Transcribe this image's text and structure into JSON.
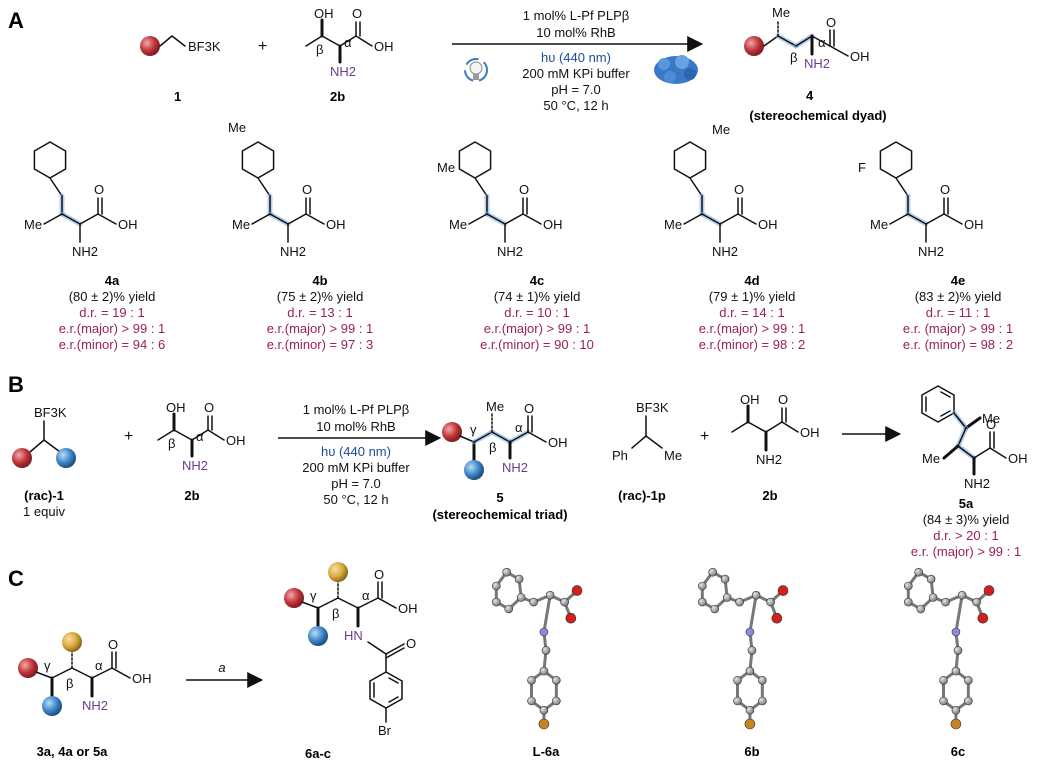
{
  "panels": [
    "A",
    "B",
    "C"
  ],
  "panelA": {
    "reagent1_group": "BF3K",
    "plus": "+",
    "reactant1_label": "1",
    "reactant2_label": "2b",
    "reactant2_atoms": {
      "oh": "OH",
      "cooh": "OH",
      "o": "O",
      "nh2": "NH2",
      "alpha": "α",
      "beta": "β"
    },
    "conditions": [
      "1 mol% L-Pf PLPβ",
      "10 mol% RhB",
      "hυ (440 nm)",
      "200 mM KPi buffer",
      "pH = 7.0",
      "50 °C, 12 h"
    ],
    "product_label": "4",
    "product_sublabel": "(stereochemical dyad)",
    "product_atoms": {
      "me": "Me",
      "alpha": "α",
      "beta": "β",
      "cooh": "OH",
      "nh2": "NH2",
      "o": "O"
    },
    "compounds": [
      {
        "id": "4a",
        "yield": "(80 ± 2)% yield",
        "dr": "d.r. = 19 : 1",
        "er_major": "e.r.(major) > 99 : 1",
        "er_minor": "e.r.(minor) = 94 : 6",
        "sub": ""
      },
      {
        "id": "4b",
        "yield": "(75 ± 2)% yield",
        "dr": "d.r. = 13 : 1",
        "er_major": "e.r.(major) > 99 : 1",
        "er_minor": "e.r.(minor) = 97 : 3",
        "sub": "Me"
      },
      {
        "id": "4c",
        "yield": "(74 ± 1)% yield",
        "dr": "d.r. = 10 : 1",
        "er_major": "e.r.(major) > 99 : 1",
        "er_minor": "e.r.(minor) = 90 : 10",
        "sub": "Me"
      },
      {
        "id": "4d",
        "yield": "(79 ± 1)% yield",
        "dr": "d.r. = 14 : 1",
        "er_major": "e.r.(major) > 99 : 1",
        "er_minor": "e.r.(minor) = 98 : 2",
        "sub": "Me"
      },
      {
        "id": "4e",
        "yield": "(83 ± 2)% yield",
        "dr": "d.r. = 11 : 1",
        "er_major": "e.r. (major) > 99 : 1",
        "er_minor": "e.r. (minor) = 98 : 2",
        "sub": "F"
      }
    ],
    "compound_atoms": {
      "me": "Me",
      "o": "O",
      "oh": "OH",
      "nh2": "NH2"
    }
  },
  "panelB": {
    "reagent_group": "BF3K",
    "reagent_label": "(rac)-1",
    "reagent_equiv": "1 equiv",
    "plus": "+",
    "reactant2_label": "2b",
    "conditions": [
      "1 mol% L-Pf PLPβ",
      "10 mol% RhB",
      "hυ (440 nm)",
      "200 mM KPi buffer",
      "pH = 7.0",
      "50 °C, 12 h"
    ],
    "product_label": "5",
    "product_sublabel": "(stereochemical triad)",
    "greek": {
      "alpha": "α",
      "beta": "β",
      "gamma": "γ"
    },
    "example_reagent": {
      "group": "BF3K",
      "ph": "Ph",
      "me": "Me",
      "label": "(rac)-1p"
    },
    "example_reactant_label": "2b",
    "example_product": {
      "id": "5a",
      "yield": "(84 ± 3)% yield",
      "dr": "d.r. > 20 : 1",
      "er_major": "e.r. (major) > 99 : 1"
    }
  },
  "panelC": {
    "start_label": "3a, 4a or 5a",
    "arrow_label": "a",
    "product_label": "6a-c",
    "br": "Br",
    "hn": "HN",
    "o": "O",
    "oh": "OH",
    "nh2": "NH2",
    "greek": {
      "alpha": "α",
      "beta": "β",
      "gamma": "γ"
    },
    "crystal_labels": [
      "L-6a",
      "6b",
      "6c"
    ]
  },
  "colors": {
    "red_sphere": "#c0343a",
    "blue_sphere": "#3f86c9",
    "gold_sphere": "#d9a93c",
    "magenta_text": "#9a1f5b",
    "amine_purple": "#6a3e8a",
    "highlight_blue": "#7aa7d9",
    "enzyme_blue": "#3a78c8",
    "oxygen_red": "#d21f1f",
    "nitrogen_blue": "#8a8ae0",
    "bromine_orange": "#c8821f"
  },
  "icons": [
    "lightbulb-icon",
    "enzyme-icon"
  ]
}
